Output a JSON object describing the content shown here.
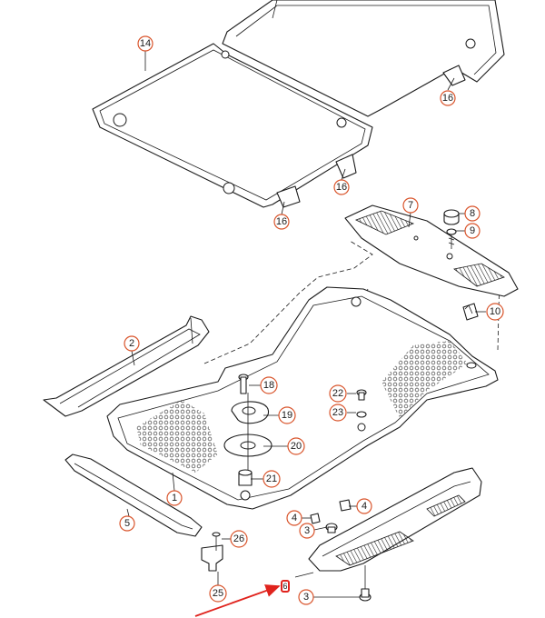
{
  "callouts": {
    "c1": "1",
    "c2": "2",
    "c3a": "3",
    "c3b": "3",
    "c4a": "4",
    "c4b": "4",
    "c5": "5",
    "c6": "6",
    "c7": "7",
    "c8": "8",
    "c9": "9",
    "c10": "10",
    "c14": "14",
    "c16a": "16",
    "c16b": "16",
    "c16c": "16",
    "c18": "18",
    "c19": "19",
    "c20": "20",
    "c21": "21",
    "c22": "22",
    "c23": "23",
    "c25": "25",
    "c26": "26"
  },
  "colors": {
    "callout_ring": "#d9542b",
    "highlight_arrow": "#e0231d",
    "line": "#1a1a1a"
  }
}
